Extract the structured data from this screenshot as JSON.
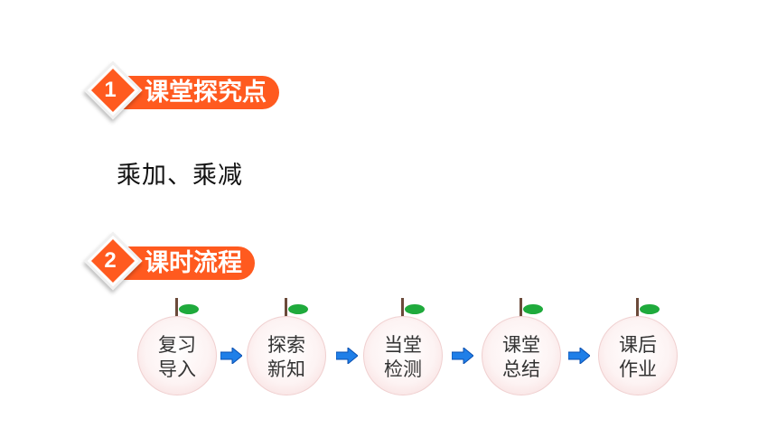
{
  "sections": [
    {
      "number": "1",
      "title": "课堂探究点"
    },
    {
      "number": "2",
      "title": "课时流程"
    }
  ],
  "content": "乘加、乘减",
  "flow": [
    {
      "line1": "复习",
      "line2": "导入"
    },
    {
      "line1": "探索",
      "line2": "新知"
    },
    {
      "line1": "当堂",
      "line2": "检测"
    },
    {
      "line1": "课堂",
      "line2": "总结"
    },
    {
      "line1": "课后",
      "line2": "作业"
    }
  ],
  "colors": {
    "accent": "#ff5a1f",
    "arrow": "#1f7fe8",
    "leaf": "#1faa3c",
    "stem": "#6b4a3a"
  }
}
